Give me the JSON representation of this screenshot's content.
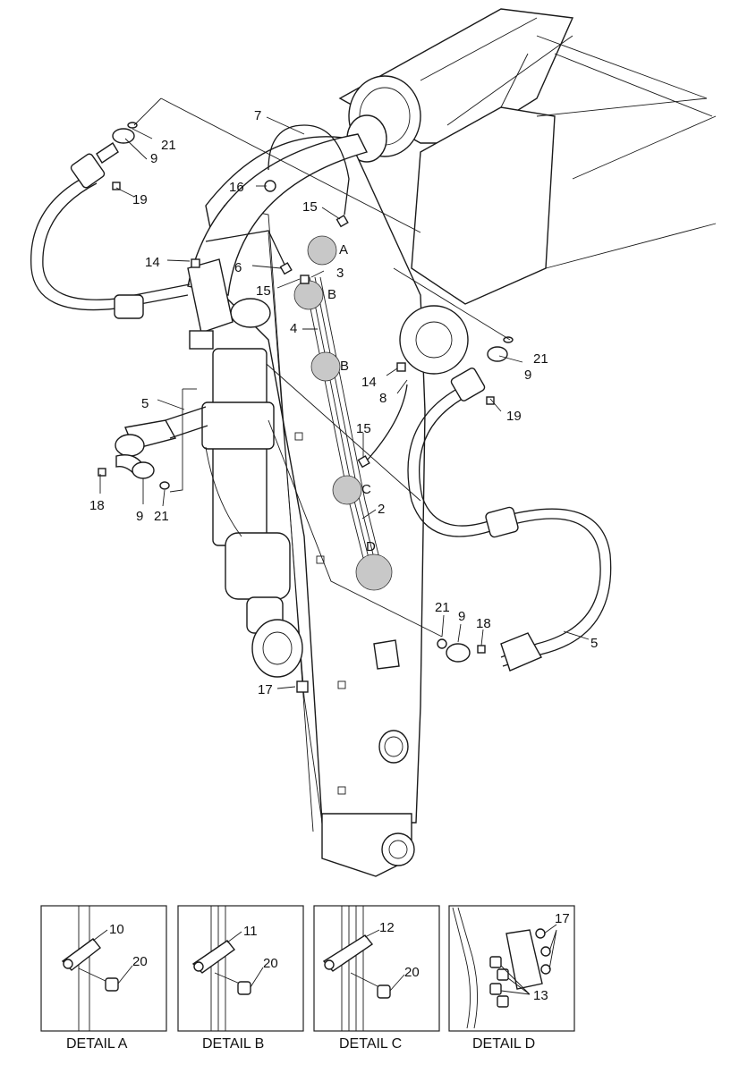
{
  "callouts": {
    "c7": "7",
    "c21a": "21",
    "c9a": "9",
    "c19a": "19",
    "c16": "16",
    "c15a": "15",
    "cA": "A",
    "c14a": "14",
    "c6": "6",
    "c3": "3",
    "c15b": "15",
    "cB1": "B",
    "c4": "4",
    "cB2": "B",
    "c21b": "21",
    "c9b": "9",
    "c14b": "14",
    "c8": "8",
    "c19b": "19",
    "c5a": "5",
    "c15c": "15",
    "c18a": "18",
    "c9c": "9",
    "c21c": "21",
    "cC": "C",
    "c2": "2",
    "cD": "D",
    "c21d": "21",
    "c9d": "9",
    "c18b": "18",
    "c5b": "5",
    "c17": "17"
  },
  "details": [
    {
      "caption": "DETAIL  A",
      "labels": [
        "10",
        "20"
      ]
    },
    {
      "caption": "DETAIL  B",
      "labels": [
        "11",
        "20"
      ]
    },
    {
      "caption": "DETAIL  C",
      "labels": [
        "12",
        "20"
      ]
    },
    {
      "caption": "DETAIL  D",
      "labels": [
        "17",
        "13"
      ]
    }
  ]
}
